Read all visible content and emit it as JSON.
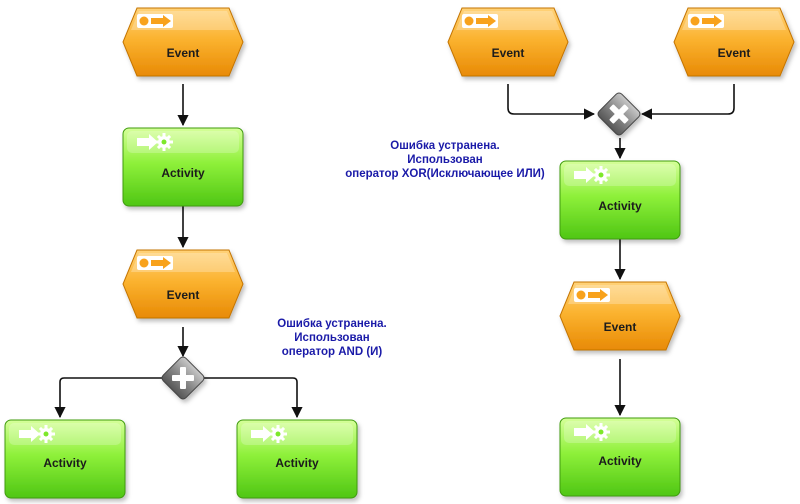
{
  "labels": {
    "event": "Event",
    "activity": "Activity"
  },
  "notes": {
    "and_note": {
      "line1": "Ошибка устранена.",
      "line2": "Использован",
      "line3": "оператор AND (И)"
    },
    "xor_note": {
      "line1": "Ошибка устранена.",
      "line2": "Использован",
      "line3": "оператор XOR(Исключающее ИЛИ)"
    }
  },
  "colors": {
    "event_fill": "#f8a21b",
    "activity_fill": "#7de82a",
    "connector": "#111111",
    "operator_fill": "#8a8a8a",
    "note_text": "#1a1aa8"
  },
  "icons": {
    "event": "event-trigger-icon",
    "activity": "activity-gear-icon",
    "and_operator": "plus-icon",
    "xor_operator": "x-icon"
  }
}
